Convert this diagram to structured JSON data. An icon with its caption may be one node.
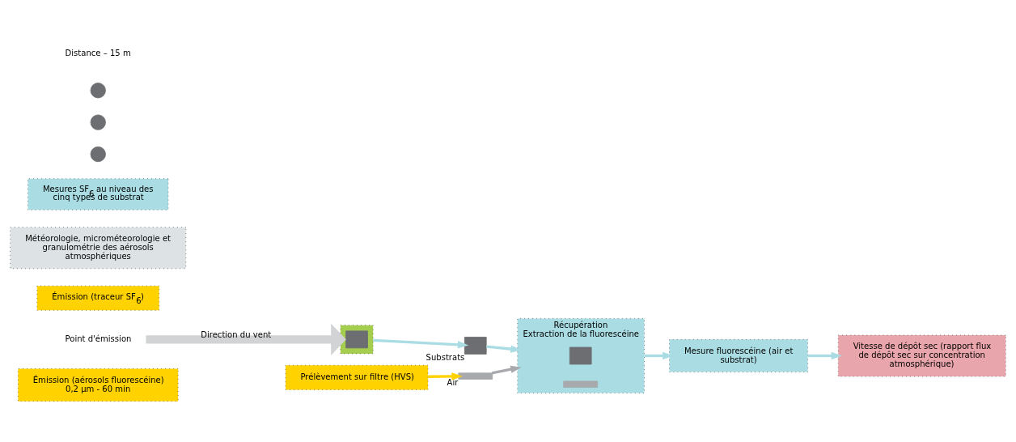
{
  "diagram": {
    "nodes": [
      {
        "text": [
          "Émission (aérosols fluorescéine) 0,2 µm - 60 min"
        ]
      },
      {
        "text": [
          "Point d'émission"
        ]
      },
      {
        "text": [
          "Émission (traceur SF$_{6}$)"
        ]
      },
      {
        "text": [
          "Météorologie, microméteorologie et granulométrie des aérosols atmosphériques"
        ]
      },
      {
        "text": [
          "Mesures SF$_{6}$ au niveau des cinq types de substrat"
        ]
      },
      {
        "text": [],
        "shape": "box"
      },
      {
        "text": [],
        "shape": "box",
        "in": 5
      },
      {
        "text": [],
        "shape": "circle"
      },
      {
        "text": [],
        "shape": "circle"
      },
      {
        "text": [],
        "shape": "circle"
      },
      {
        "text": [
          "Prélèvement sur filtre (HVS)"
        ]
      },
      {
        "text": [],
        "shape": "box",
        "beside": [
          "Substrats"
        ]
      },
      {
        "text": [],
        "shape": "bar",
        "beside": [
          "Air"
        ]
      },
      {
        "text": [
          "Récupération",
          "Extraction de la fluorescéine"
        ]
      },
      {
        "text": [],
        "shape": "box",
        "in": 13
      },
      {
        "text": [],
        "shape": "bar",
        "in": 13
      },
      {
        "text": [
          "Mesure fluorescéine (air et substrat)"
        ]
      },
      {
        "text": [
          "Vitesse de dépôt sec (rapport flux de dépôt sec sur concentration atmosphérique)"
        ]
      }
    ],
    "edges": [
      {
        "from": 1,
        "to": 5,
        "arrow": "to",
        "label": "Direction du vent",
        "style": "thick",
        "color": "#d1d3d4"
      },
      {
        "from": 5,
        "to": 11,
        "arrow": "to"
      },
      {
        "from": 10,
        "to": 12,
        "arrow": "to",
        "color": "#ffd200"
      },
      {
        "from": 11,
        "to": 13,
        "arrow": "to"
      },
      {
        "from": 12,
        "to": 13,
        "arrow": "to",
        "color": "#a7a9ac"
      },
      {
        "from": 13,
        "to": 16,
        "arrow": "to"
      },
      {
        "from": 16,
        "to": 17,
        "arrow": "to"
      }
    ],
    "labels": [
      "Distance – 15 m"
    ]
  }
}
